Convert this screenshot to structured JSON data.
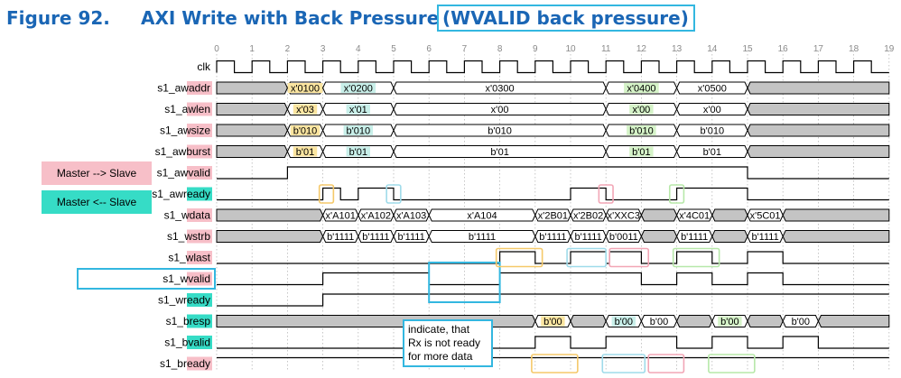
{
  "figure": {
    "number": "Figure 92.",
    "title": "AXI Write with Back Pressure",
    "callout": "(WVALID back pressure)"
  },
  "legend": {
    "master_to_slave": "Master --> Slave",
    "master_from_slave": "Master <-- Slave"
  },
  "note": {
    "lines": [
      "indicate, that",
      "Rx is not ready",
      "for more data"
    ]
  },
  "colors": {
    "title": "#1a66b5",
    "callout_border": "#33b7e0",
    "master_to_slave": "#f7bfc8",
    "master_from_slave": "#36dcc6",
    "invalid_fill": "#c4c4c4",
    "highlight_yellow": "#fbe5a0",
    "highlight_teal": "#c8efe9",
    "highlight_green": "#d5f3c8",
    "box_orange": "#f5c96a",
    "box_blue": "#9fdbea",
    "box_pink": "#f2a6b6",
    "box_green": "#b7e8a9"
  },
  "cycles": [
    "0",
    "1",
    "2",
    "3",
    "4",
    "5",
    "6",
    "7",
    "8",
    "9",
    "10",
    "11",
    "12",
    "13",
    "14",
    "15",
    "16",
    "17",
    "18",
    "19"
  ],
  "signals": [
    {
      "name": "clk",
      "dir": "none",
      "type": "clock"
    },
    {
      "name": "s1_awaddr",
      "dir": "ms",
      "type": "bus",
      "segments": [
        {
          "s": 0,
          "e": 2,
          "v": "",
          "inv": true
        },
        {
          "s": 2,
          "e": 3,
          "v": "x'0100",
          "hl": "yellow"
        },
        {
          "s": 3,
          "e": 5,
          "v": "x'0200",
          "hl": "teal"
        },
        {
          "s": 5,
          "e": 11,
          "v": "x'0300"
        },
        {
          "s": 11,
          "e": 13,
          "v": "x'0400",
          "hl": "green"
        },
        {
          "s": 13,
          "e": 15,
          "v": "x'0500"
        },
        {
          "s": 15,
          "e": 19,
          "v": "",
          "inv": true
        }
      ]
    },
    {
      "name": "s1_awlen",
      "dir": "ms",
      "type": "bus",
      "segments": [
        {
          "s": 0,
          "e": 2,
          "v": "",
          "inv": true
        },
        {
          "s": 2,
          "e": 3,
          "v": "x'03",
          "hl": "yellow"
        },
        {
          "s": 3,
          "e": 5,
          "v": "x'01",
          "hl": "teal"
        },
        {
          "s": 5,
          "e": 11,
          "v": "x'00"
        },
        {
          "s": 11,
          "e": 13,
          "v": "x'00",
          "hl": "green"
        },
        {
          "s": 13,
          "e": 15,
          "v": "x'00"
        },
        {
          "s": 15,
          "e": 19,
          "v": "",
          "inv": true
        }
      ]
    },
    {
      "name": "s1_awsize",
      "dir": "ms",
      "type": "bus",
      "segments": [
        {
          "s": 0,
          "e": 2,
          "v": "",
          "inv": true
        },
        {
          "s": 2,
          "e": 3,
          "v": "b'010",
          "hl": "yellow"
        },
        {
          "s": 3,
          "e": 5,
          "v": "b'010",
          "hl": "teal"
        },
        {
          "s": 5,
          "e": 11,
          "v": "b'010"
        },
        {
          "s": 11,
          "e": 13,
          "v": "b'010",
          "hl": "green"
        },
        {
          "s": 13,
          "e": 15,
          "v": "b'010"
        },
        {
          "s": 15,
          "e": 19,
          "v": "",
          "inv": true
        }
      ]
    },
    {
      "name": "s1_awburst",
      "dir": "ms",
      "type": "bus",
      "segments": [
        {
          "s": 0,
          "e": 2,
          "v": "",
          "inv": true
        },
        {
          "s": 2,
          "e": 3,
          "v": "b'01",
          "hl": "yellow"
        },
        {
          "s": 3,
          "e": 5,
          "v": "b'01",
          "hl": "teal"
        },
        {
          "s": 5,
          "e": 11,
          "v": "b'01"
        },
        {
          "s": 11,
          "e": 13,
          "v": "b'01",
          "hl": "green"
        },
        {
          "s": 13,
          "e": 15,
          "v": "b'01"
        },
        {
          "s": 15,
          "e": 19,
          "v": "",
          "inv": true
        }
      ]
    },
    {
      "name": "s1_awvalid",
      "dir": "ms",
      "type": "bit",
      "pts": [
        [
          0,
          0
        ],
        [
          2,
          0
        ],
        [
          2,
          1
        ],
        [
          15,
          1
        ],
        [
          15,
          0
        ],
        [
          19,
          0
        ]
      ]
    },
    {
      "name": "s1_awready",
      "dir": "sm",
      "type": "bit",
      "pts": [
        [
          0,
          0
        ],
        [
          3,
          0
        ],
        [
          3,
          1
        ],
        [
          3.5,
          1
        ],
        [
          3.5,
          0
        ],
        [
          4,
          0
        ],
        [
          4,
          1
        ],
        [
          5,
          1
        ],
        [
          5,
          0
        ],
        [
          10,
          0
        ],
        [
          10,
          1
        ],
        [
          11,
          1
        ],
        [
          11,
          0
        ],
        [
          13,
          0
        ],
        [
          13,
          1
        ],
        [
          15,
          1
        ],
        [
          15,
          0
        ],
        [
          19,
          0
        ]
      ]
    },
    {
      "name": "s1_wdata",
      "dir": "ms",
      "type": "bus",
      "segments": [
        {
          "s": 0,
          "e": 3,
          "v": "",
          "inv": true
        },
        {
          "s": 3,
          "e": 4,
          "v": "x'A101"
        },
        {
          "s": 4,
          "e": 5,
          "v": "x'A102"
        },
        {
          "s": 5,
          "e": 6,
          "v": "x'A103"
        },
        {
          "s": 6,
          "e": 9,
          "v": "x'A104"
        },
        {
          "s": 9,
          "e": 10,
          "v": "x'2B01"
        },
        {
          "s": 10,
          "e": 11,
          "v": "x'2B02"
        },
        {
          "s": 11,
          "e": 12,
          "v": "x'XXC3"
        },
        {
          "s": 12,
          "e": 13,
          "v": "",
          "inv": true
        },
        {
          "s": 13,
          "e": 14,
          "v": "x'4C01"
        },
        {
          "s": 14,
          "e": 15,
          "v": "",
          "inv": true
        },
        {
          "s": 15,
          "e": 16,
          "v": "x'5C01"
        },
        {
          "s": 16,
          "e": 19,
          "v": "",
          "inv": true
        }
      ]
    },
    {
      "name": "s1_wstrb",
      "dir": "ms",
      "type": "bus",
      "segments": [
        {
          "s": 0,
          "e": 3,
          "v": "",
          "inv": true
        },
        {
          "s": 3,
          "e": 4,
          "v": "b'1111"
        },
        {
          "s": 4,
          "e": 5,
          "v": "b'1111"
        },
        {
          "s": 5,
          "e": 6,
          "v": "b'1111"
        },
        {
          "s": 6,
          "e": 9,
          "v": "b'1111"
        },
        {
          "s": 9,
          "e": 10,
          "v": "b'1111"
        },
        {
          "s": 10,
          "e": 11,
          "v": "b'1111"
        },
        {
          "s": 11,
          "e": 12,
          "v": "b'0011"
        },
        {
          "s": 12,
          "e": 13,
          "v": "",
          "inv": true
        },
        {
          "s": 13,
          "e": 14,
          "v": "b'1111"
        },
        {
          "s": 14,
          "e": 15,
          "v": "",
          "inv": true
        },
        {
          "s": 15,
          "e": 16,
          "v": "b'1111"
        },
        {
          "s": 16,
          "e": 19,
          "v": "",
          "inv": true
        }
      ]
    },
    {
      "name": "s1_wlast",
      "dir": "ms",
      "type": "bit",
      "pts": [
        [
          0,
          0
        ],
        [
          8,
          0
        ],
        [
          8,
          1
        ],
        [
          9,
          1
        ],
        [
          9,
          0
        ],
        [
          10,
          0
        ],
        [
          10,
          1
        ],
        [
          11,
          1
        ],
        [
          11,
          0
        ],
        [
          11.1,
          0
        ],
        [
          11.1,
          1
        ],
        [
          12,
          1
        ],
        [
          12,
          0
        ],
        [
          13,
          0
        ],
        [
          13,
          1
        ],
        [
          14,
          1
        ],
        [
          14,
          0
        ],
        [
          15,
          0
        ],
        [
          15,
          1
        ],
        [
          16,
          1
        ],
        [
          16,
          0
        ],
        [
          19,
          0
        ]
      ]
    },
    {
      "name": "s1_wvalid",
      "dir": "ms",
      "type": "bit",
      "pts": [
        [
          0,
          0
        ],
        [
          3,
          0
        ],
        [
          3,
          1
        ],
        [
          6,
          1
        ],
        [
          6,
          0
        ],
        [
          8,
          0
        ],
        [
          8,
          1
        ],
        [
          12,
          1
        ],
        [
          12,
          0
        ],
        [
          13,
          0
        ],
        [
          13,
          1
        ],
        [
          14,
          1
        ],
        [
          14,
          0
        ],
        [
          15,
          0
        ],
        [
          15,
          1
        ],
        [
          16,
          1
        ],
        [
          16,
          0
        ],
        [
          19,
          0
        ]
      ]
    },
    {
      "name": "s1_wready",
      "dir": "sm",
      "type": "bit",
      "pts": [
        [
          0,
          0
        ],
        [
          3,
          0
        ],
        [
          3,
          1
        ],
        [
          19,
          1
        ]
      ]
    },
    {
      "name": "s1_bresp",
      "dir": "sm",
      "type": "bus",
      "segments": [
        {
          "s": 0,
          "e": 9,
          "v": "",
          "inv": true
        },
        {
          "s": 9,
          "e": 10,
          "v": "b'00",
          "hl": "yellow"
        },
        {
          "s": 10,
          "e": 11,
          "v": "",
          "inv": true
        },
        {
          "s": 11,
          "e": 12,
          "v": "b'00",
          "hl": "teal"
        },
        {
          "s": 12,
          "e": 13,
          "v": "b'00"
        },
        {
          "s": 13,
          "e": 14,
          "v": "",
          "inv": true
        },
        {
          "s": 14,
          "e": 15,
          "v": "b'00",
          "hl": "green"
        },
        {
          "s": 15,
          "e": 16,
          "v": "",
          "inv": true
        },
        {
          "s": 16,
          "e": 17,
          "v": "b'00"
        },
        {
          "s": 17,
          "e": 19,
          "v": "",
          "inv": true
        }
      ]
    },
    {
      "name": "s1_bvalid",
      "dir": "sm",
      "type": "bit",
      "pts": [
        [
          0,
          0
        ],
        [
          9,
          0
        ],
        [
          9,
          1
        ],
        [
          10,
          1
        ],
        [
          10,
          0
        ],
        [
          11,
          0
        ],
        [
          11,
          1
        ],
        [
          13,
          1
        ],
        [
          13,
          0
        ],
        [
          14,
          0
        ],
        [
          14,
          1
        ],
        [
          15,
          1
        ],
        [
          15,
          0
        ],
        [
          16,
          0
        ],
        [
          16,
          1
        ],
        [
          17,
          1
        ],
        [
          17,
          0
        ],
        [
          19,
          0
        ]
      ]
    },
    {
      "name": "s1_bready",
      "dir": "ms",
      "type": "bit",
      "pts": [
        [
          0,
          1
        ],
        [
          19,
          1
        ]
      ]
    }
  ],
  "annotations": [
    {
      "kind": "signal-box",
      "signal": "s1_wvalid",
      "color": "callout"
    },
    {
      "kind": "region",
      "row": 10,
      "s": 6,
      "e": 8,
      "color": "callout"
    },
    {
      "kind": "region",
      "row": 6,
      "s": 2.9,
      "e": 3.3,
      "color": "orange"
    },
    {
      "kind": "region",
      "row": 6,
      "s": 4.8,
      "e": 5.2,
      "color": "blue"
    },
    {
      "kind": "region",
      "row": 6,
      "s": 10.8,
      "e": 11.2,
      "color": "pink"
    },
    {
      "kind": "region",
      "row": 6,
      "s": 12.8,
      "e": 13.2,
      "color": "green"
    },
    {
      "kind": "region",
      "row": 9,
      "s": 7.9,
      "e": 9.2,
      "color": "orange"
    },
    {
      "kind": "region",
      "row": 9,
      "s": 9.9,
      "e": 11,
      "color": "blue"
    },
    {
      "kind": "region",
      "row": 9,
      "s": 11.1,
      "e": 12.2,
      "color": "pink"
    },
    {
      "kind": "region",
      "row": 9,
      "s": 12.9,
      "e": 14.2,
      "color": "green"
    },
    {
      "kind": "region",
      "row": 14,
      "s": 8.9,
      "e": 10.2,
      "color": "orange"
    },
    {
      "kind": "region",
      "row": 14,
      "s": 10.9,
      "e": 12.1,
      "color": "blue"
    },
    {
      "kind": "region",
      "row": 14,
      "s": 12.2,
      "e": 13.2,
      "color": "pink"
    },
    {
      "kind": "region",
      "row": 14,
      "s": 13.9,
      "e": 15.2,
      "color": "green"
    }
  ]
}
